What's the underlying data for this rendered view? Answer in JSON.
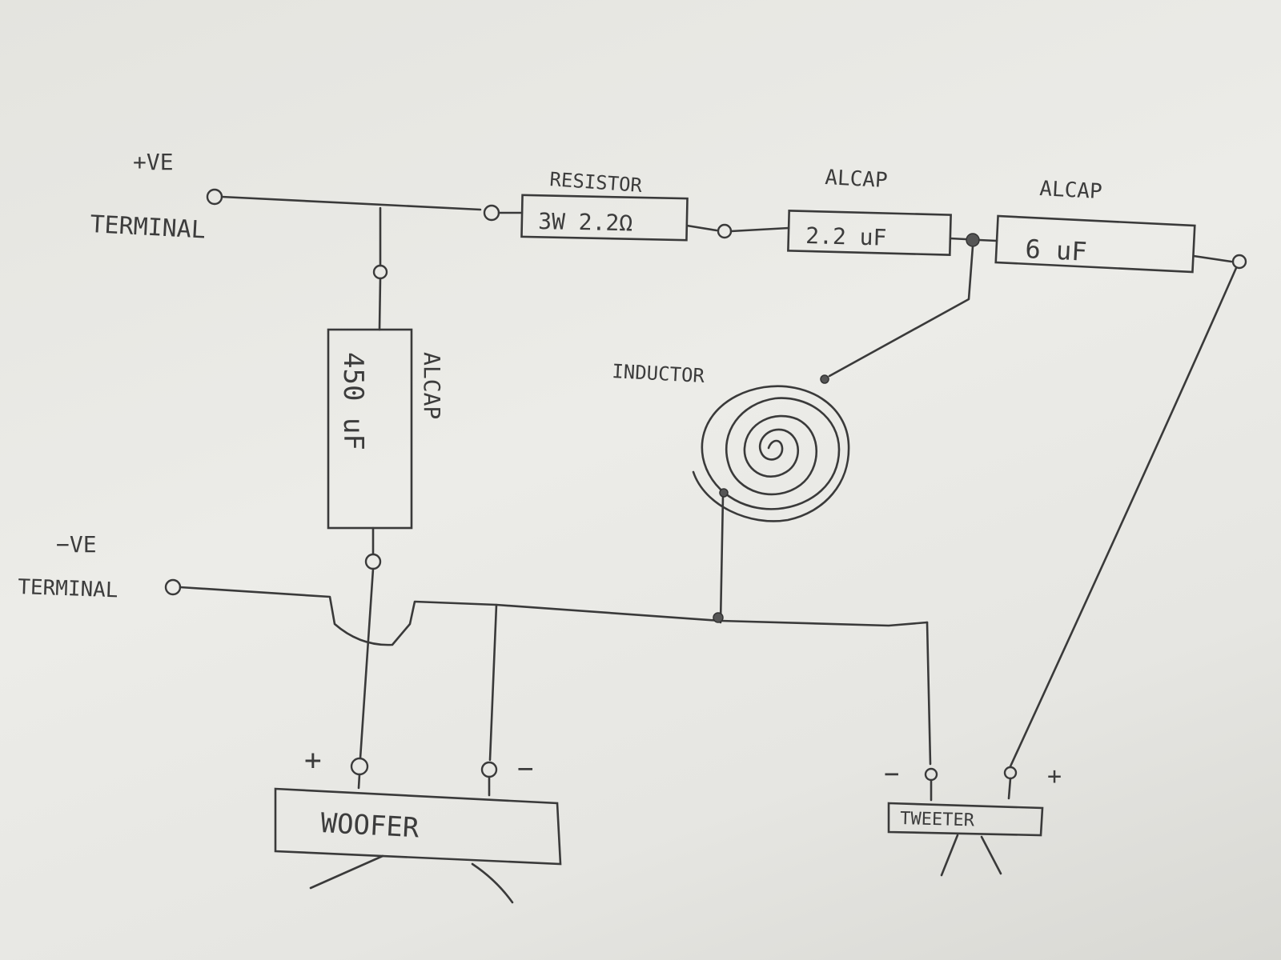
{
  "labels": {
    "pos_ve": "+VE",
    "pos_terminal": "TERMINAL",
    "neg_ve": "−VE",
    "neg_terminal": "TERMINAL",
    "resistor_title": "RESISTOR",
    "resistor_value": "3W 2.2Ω",
    "alcap1_title": "ALCAP",
    "alcap1_value": "2.2 uF",
    "alcap2_title": "ALCAP",
    "alcap2_value": "6 uF",
    "alcap3_title": "ALCAP",
    "alcap3_value": "450 uF",
    "inductor_title": "INDUCTOR",
    "woofer": "WOOFER",
    "woofer_plus": "+",
    "woofer_minus": "−",
    "tweeter": "TWEETER",
    "tweeter_minus": "−",
    "tweeter_plus": "+"
  }
}
